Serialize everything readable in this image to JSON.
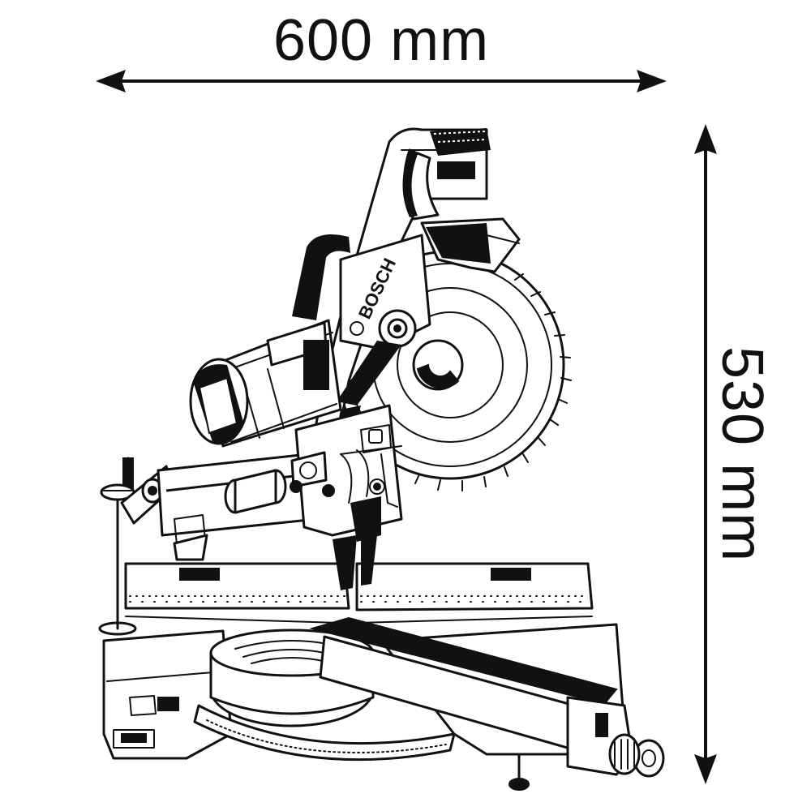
{
  "dimensions": {
    "width_label": "600 mm",
    "height_label": "530 mm"
  },
  "product": {
    "brand_text": "BOSCH"
  },
  "colors": {
    "ink": "#111111",
    "paper": "#ffffff"
  },
  "icons": {
    "width_arrow": "double-arrow-horizontal",
    "height_arrow": "double-arrow-vertical"
  }
}
